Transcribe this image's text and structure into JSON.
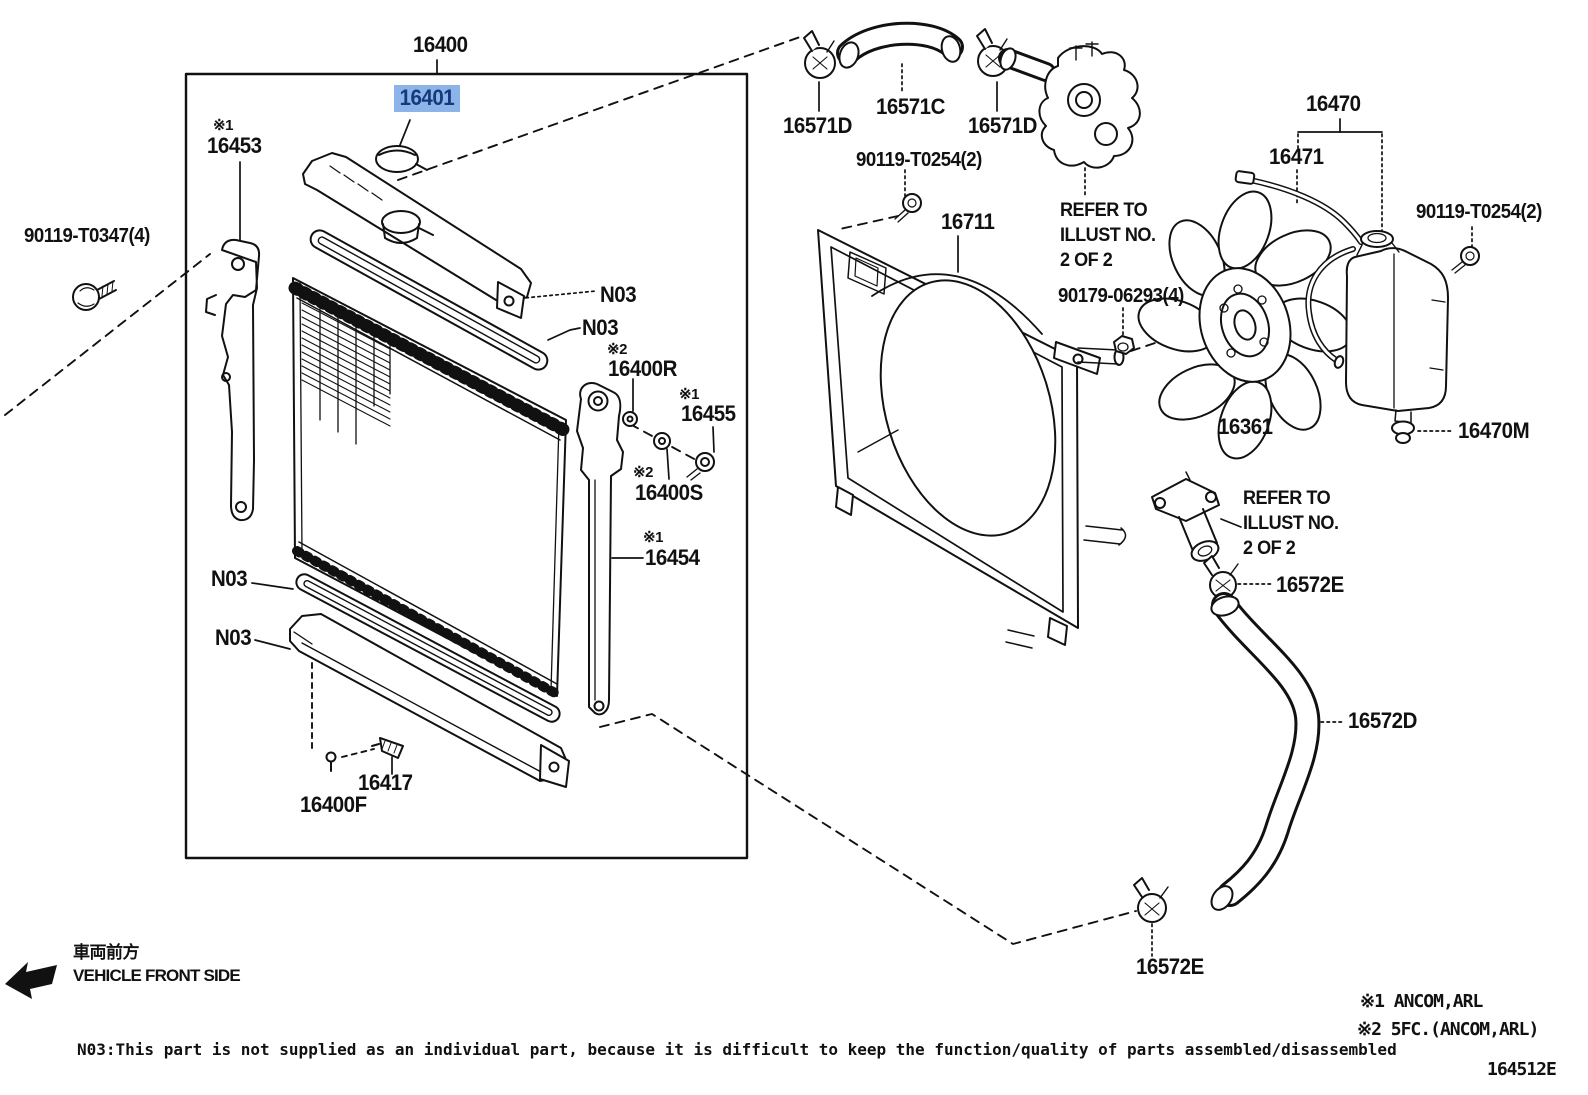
{
  "colors": {
    "highlight_bg": "#8db4e9",
    "highlight_text": "#16387c",
    "line": "#111111",
    "background": "#ffffff"
  },
  "icons": {
    "vehicle_front_arrow": "thick-arrow-pointing-lower-left"
  },
  "labels": {
    "a16400": "16400",
    "a16401": "16401",
    "ref1a": "※1",
    "a16453": "16453",
    "b90119t0347": "90119-T0347(4)",
    "n03a": "N03",
    "n03b": "N03",
    "ref2a": "※2",
    "a16400r": "16400R",
    "ref1b": "※1",
    "a16455": "16455",
    "ref2b": "※2",
    "a16400s": "16400S",
    "ref1c": "※1",
    "a16454": "16454",
    "n03c": "N03",
    "n03d": "N03",
    "a16417": "16417",
    "a16400f": "16400F",
    "a16571d_l": "16571D",
    "a16571c": "16571C",
    "a16571d_r": "16571D",
    "b90119t0254_top": "90119-T0254(2)",
    "a16711": "16711",
    "refer1_l1": "REFER TO",
    "refer1_l2": "ILLUST NO.",
    "refer1_l3": "2 OF 2",
    "b90179": "90179-06293(4)",
    "a16470": "16470",
    "a16471": "16471",
    "b90119t0254_r": "90119-T0254(2)",
    "a16361": "16361",
    "a16470m": "16470M",
    "refer2_l1": "REFER TO",
    "refer2_l2": "ILLUST NO.",
    "refer2_l3": "2 OF 2",
    "a16572e_u": "16572E",
    "a16572d": "16572D",
    "a16572e_b": "16572E",
    "front_jp": "車両前方",
    "front_en": "VEHICLE FRONT SIDE",
    "note_n03": "N03:This part is not supplied as an individual part, because it is difficult to keep the function/quality of parts assembled/disassembled",
    "legend1": "※1 ANCOM,ARL",
    "legend2": "※2 5FC.(ANCOM,ARL)",
    "drawing_no": "164512E"
  }
}
